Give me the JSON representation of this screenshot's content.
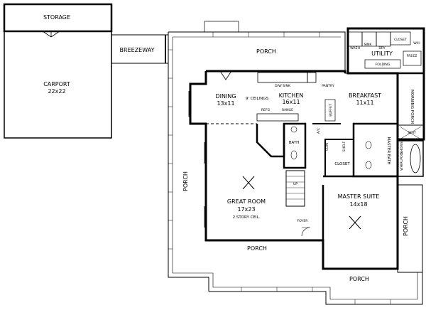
{
  "rooms": {
    "storage": "STORAGE",
    "carport": "CARPORT",
    "carport_size": "22x22",
    "breezeway": "BREEZEWAY",
    "porch_top": "PORCH",
    "porch_left": "PORCH",
    "porch_bottom": "PORCH",
    "porch_bottom_right": "PORCH",
    "porch_right": "PORCH",
    "dining": "DINING",
    "dining_size": "13x11",
    "ceilings_note": "9' CEILINGS",
    "kitchen": "KITCHEN",
    "kitchen_size": "16x11",
    "breakfast": "BREAKFAST",
    "breakfast_size": "11x11",
    "morning_porch": "MORNING PORCH",
    "utility": "UTILITY",
    "great_room": "GREAT ROOM",
    "great_room_size": "17x23",
    "great_room_note": "2 STORY CEIL.",
    "master_suite": "MASTER SUITE",
    "master_suite_size": "14x18",
    "master_bath": "MASTER BATH",
    "bath": "BATH",
    "closet": "CLOSET",
    "foyer": "FOYER"
  },
  "fixtures": {
    "wash": "WASH",
    "sink": "SINK",
    "dry": "DRY",
    "closet_small": "CLOSET",
    "wh": "W/H",
    "freez": "FREEZ",
    "folding": "FOLDING",
    "dw_sink": "D/W SINK",
    "pantry": "PANTRY",
    "refg": "REFG",
    "range": "RANGE",
    "buffet": "BUFFET",
    "ac": "A/C",
    "coat": "COAT",
    "shelf": "SHELF",
    "shower": "SHOWER",
    "seat": "SEAT",
    "whirlpool": "WHIRLPOOL",
    "up": "UP"
  }
}
